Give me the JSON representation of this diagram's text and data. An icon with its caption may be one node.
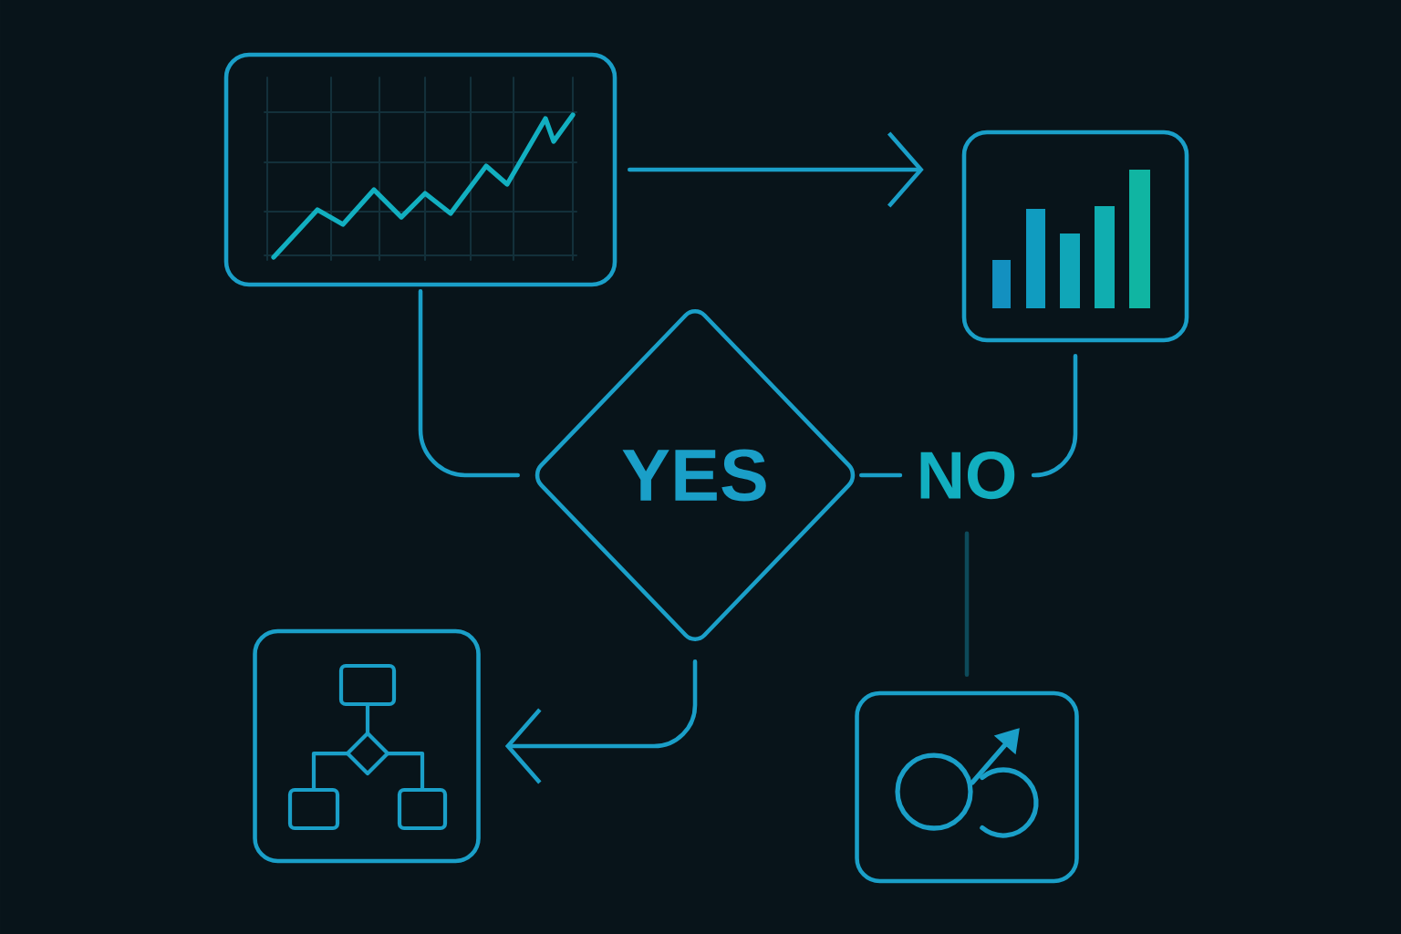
{
  "diagram": {
    "nodes": [
      {
        "text": [],
        "shape": "picture"
      },
      {
        "text": [],
        "shape": "picture"
      },
      {
        "text": [
          "YES"
        ]
      },
      {
        "text": [
          "NO"
        ]
      },
      {
        "text": [],
        "shape": "picture"
      },
      {
        "text": [],
        "shape": "picture"
      }
    ],
    "edges": [
      {
        "from": 0,
        "to": 1,
        "arrow": "to"
      },
      {
        "from": 0,
        "to": 2,
        "arrow": "none"
      },
      {
        "from": 2,
        "to": 3,
        "arrow": "none"
      },
      {
        "from": 1,
        "to": 3,
        "arrow": "none"
      },
      {
        "from": 2,
        "to": 4,
        "arrow": "to"
      },
      {
        "from": 3,
        "to": 5,
        "arrow": "none",
        "color": "#0d4a5a"
      }
    ]
  }
}
